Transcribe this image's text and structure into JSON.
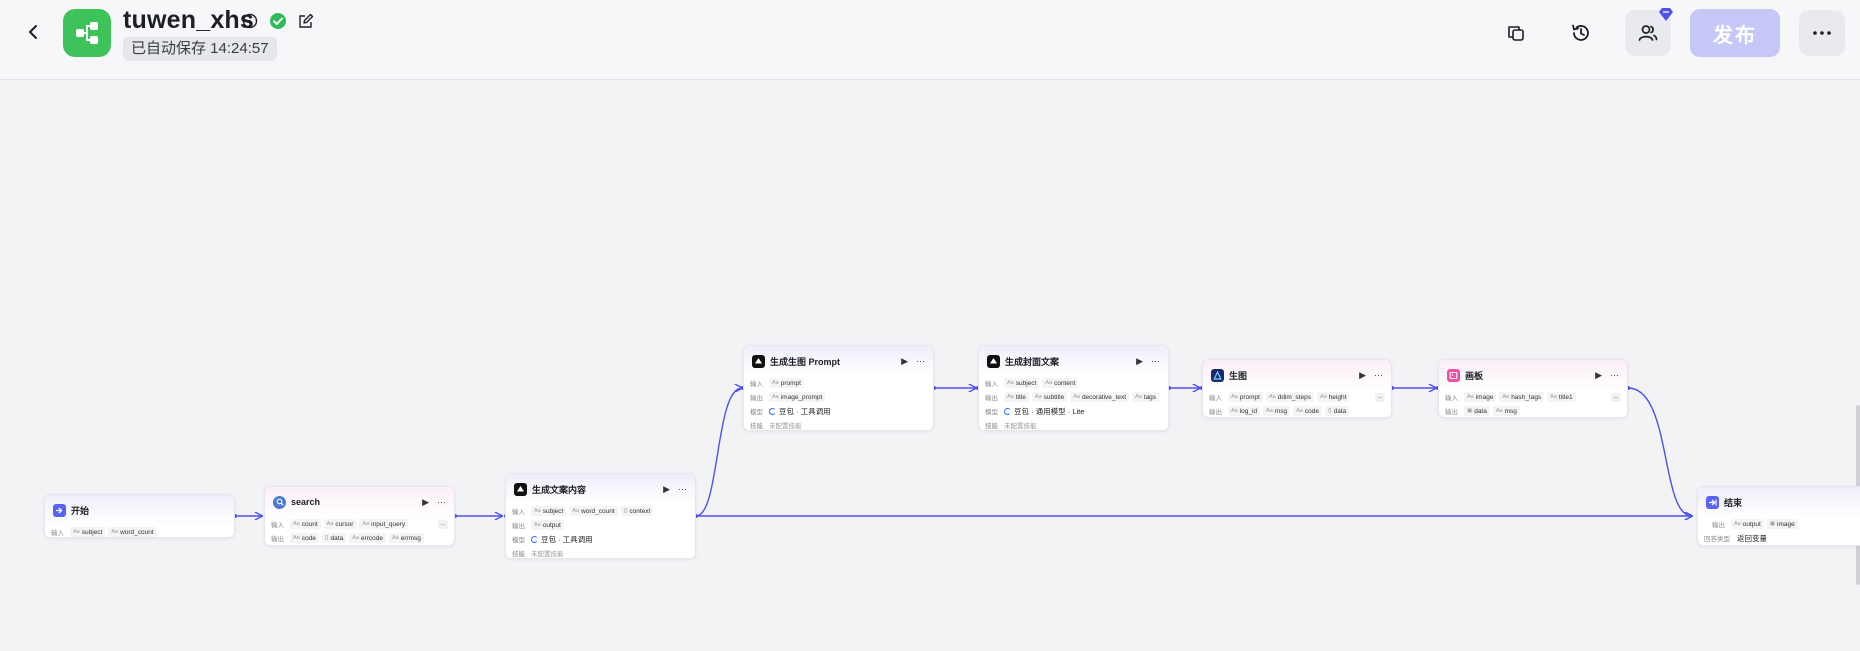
{
  "header": {
    "title": "tuwen_xhs",
    "autosave": "已自动保存 14:24:57",
    "publish_label": "发布"
  },
  "colors": {
    "accent": "#4d53e8",
    "publish_disabled": "#c5c8f7",
    "app_icon": "#3ec25a"
  },
  "nodes": {
    "start": {
      "title": "开始",
      "in_label": "输入",
      "inputs": [
        "subject",
        "word_count"
      ]
    },
    "search": {
      "title": "search",
      "in_label": "输入",
      "out_label": "输出",
      "inputs": [
        "count",
        "cursor",
        "input_query",
        "..."
      ],
      "outputs": [
        "code",
        "data",
        "errcode",
        "errmsg"
      ]
    },
    "gen_content": {
      "title": "生成文案内容",
      "in_label": "输入",
      "out_label": "输出",
      "model_label": "模型",
      "skill_label": "技能",
      "inputs": [
        "subject",
        "word_count",
        "context"
      ],
      "outputs": [
        "output"
      ],
      "model": "豆包 · 工具调用",
      "skill": "未配置技能"
    },
    "gen_prompt": {
      "title": "生成生图 Prompt",
      "in_label": "输入",
      "out_label": "输出",
      "model_label": "模型",
      "skill_label": "技能",
      "inputs": [
        "prompt"
      ],
      "outputs": [
        "image_prompt"
      ],
      "model": "豆包 · 工具调用",
      "skill": "未配置技能"
    },
    "gen_cover": {
      "title": "生成封面文案",
      "in_label": "输入",
      "out_label": "输出",
      "model_label": "模型",
      "skill_label": "技能",
      "inputs": [
        "subject",
        "content"
      ],
      "outputs": [
        "title",
        "subtitle",
        "decorative_text",
        "tags"
      ],
      "model": "豆包 · 通用模型 · Lite",
      "skill": "未配置技能"
    },
    "image_gen": {
      "title": "生图",
      "in_label": "输入",
      "out_label": "输出",
      "inputs": [
        "prompt",
        "ddim_steps",
        "height",
        "..."
      ],
      "outputs": [
        "log_id",
        "msg",
        "code",
        "data"
      ]
    },
    "canvas": {
      "title": "画板",
      "in_label": "输入",
      "out_label": "输出",
      "inputs": [
        "image",
        "hash_tags",
        "title1",
        "..."
      ],
      "outputs": [
        "data",
        "msg"
      ]
    },
    "end": {
      "title": "结束",
      "out_label": "输出",
      "return_label": "回答类型",
      "outputs": [
        "output",
        "image"
      ],
      "return_value": "返回变量"
    }
  }
}
